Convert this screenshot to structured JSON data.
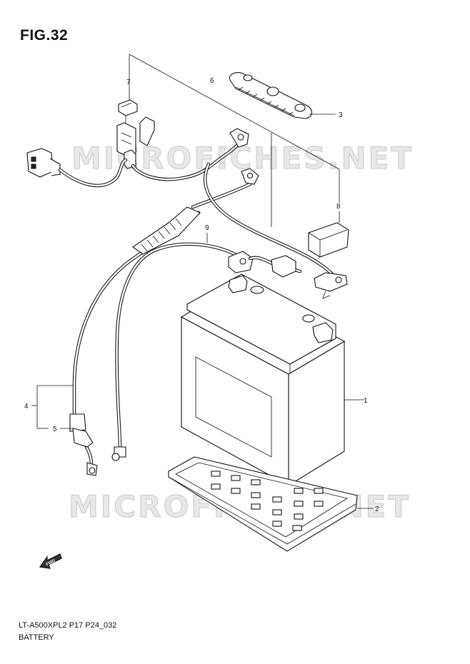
{
  "figure": {
    "title": "FIG.32",
    "code": "LT-A500XPL2 P17 P24_032",
    "name": "BATTERY"
  },
  "watermarks": [
    "MICROFICHES.NET",
    "MICROFICHES.NET"
  ],
  "callouts": {
    "c1": "1",
    "c2": "2",
    "c3": "3",
    "c4": "4",
    "c5": "5",
    "c6": "6",
    "c7": "7",
    "c8": "8",
    "c9": "9"
  },
  "orientation_arrow": "FWD",
  "colors": {
    "line": "#111111",
    "watermark": "#c9c9c9"
  }
}
